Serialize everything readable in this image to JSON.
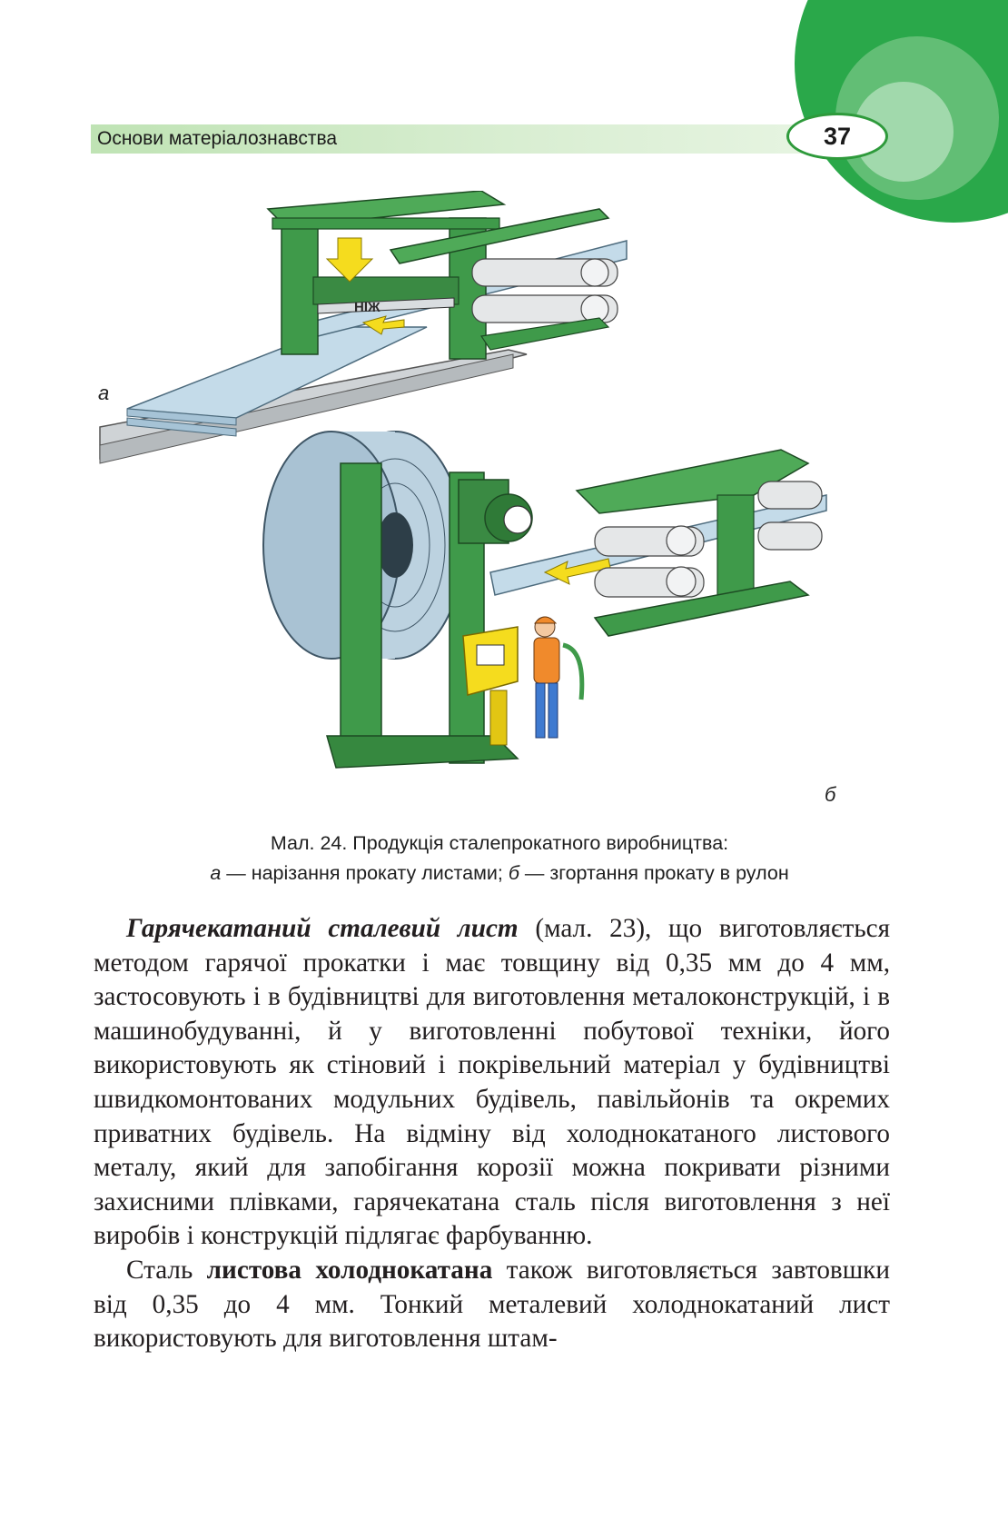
{
  "header": {
    "section_title": "Основи матеріалознавства",
    "page_number": "37"
  },
  "figure": {
    "knife_label": "НІЖ",
    "label_a": "а",
    "label_b": "б",
    "colors": {
      "machine_green": "#3f9a4a",
      "arrow_yellow": "#f5dc1e",
      "sheet_blue": "#c4dbe9",
      "worker_orange": "#f08a2c"
    }
  },
  "caption": {
    "line1": "Мал. 24. Продукція сталепрокатного виробництва:",
    "a_letter": "а",
    "a_text": " — нарізання прокату листами; ",
    "b_letter": "б",
    "b_text": " — згортання прокату в рулон"
  },
  "body": {
    "p1_term": "Гарячекатаний сталевий лист",
    "p1_text": " (мал. 23), що виго­товляється методом гарячої прокатки і має товщину від 0,35 мм до 4 мм, застосовують і в будівництві для ви­готовлення металоконструкцій, і в машинобудуванні, й у виготовленні побутової техніки, його використову­ють як стіновий і покрівельний матеріал у будівництві швидкомонтованих модульних будівель, павільйонів та окремих приватних будівель. На відміну від холод­нокатаного листового металу, який для запобігання ко­розії можна покривати різними захисними плівками, гарячекатана сталь після виготовлення з неї виробів і конструкцій підлягає фарбуванню.",
    "p2_lead": "Сталь ",
    "p2_term": "листова холоднокатана",
    "p2_text": " також виготовляється завтовшки від 0,35 до 4 мм. Тонкий металевий холодно­катаний лист використовують для виготовлення штам-"
  }
}
